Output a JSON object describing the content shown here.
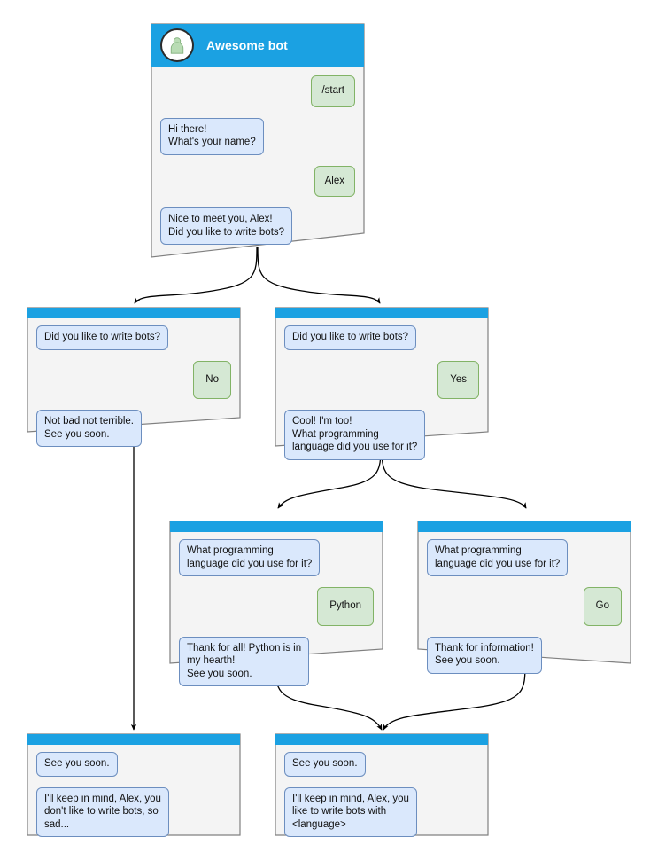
{
  "diagram": {
    "title": "Awesome bot conversation flow",
    "colors": {
      "header_blue": "#1ba1e2",
      "bot_bubble_fill": "#dae8fc",
      "bot_bubble_stroke": "#6c8ebf",
      "user_bubble_fill": "#d5e8d4",
      "user_bubble_stroke": "#82b366",
      "node_fill": "#f4f4f4",
      "node_stroke": "#808080",
      "edge_stroke": "#000000",
      "avatar_glyph": "#b9dcb4",
      "title_text": "#ffffff"
    },
    "bot_name": "Awesome bot",
    "avatar_icon": "user-avatar-icon"
  },
  "nodes": {
    "root": {
      "id": "root",
      "name": "start-screen",
      "title": "Awesome bot",
      "messages": [
        {
          "side": "user",
          "text": "/start"
        },
        {
          "side": "bot",
          "text": "Hi there!\nWhat's your name?"
        },
        {
          "side": "user",
          "text": "Alex"
        },
        {
          "side": "bot",
          "text": "Nice to meet you, Alex!\nDid you like to write bots?"
        }
      ]
    },
    "no_branch": {
      "id": "no_branch",
      "name": "answer-no-screen",
      "messages": [
        {
          "side": "bot",
          "text": "Did you like to write bots?"
        },
        {
          "side": "user",
          "text": "No"
        },
        {
          "side": "bot",
          "text": "Not bad not terrible.\nSee you soon."
        }
      ]
    },
    "yes_branch": {
      "id": "yes_branch",
      "name": "answer-yes-screen",
      "messages": [
        {
          "side": "bot",
          "text": "Did you like to write bots?"
        },
        {
          "side": "user",
          "text": "Yes"
        },
        {
          "side": "bot",
          "text": "Cool! I'm too!\nWhat programming\nlanguage did you use for it?"
        }
      ]
    },
    "python_branch": {
      "id": "python_branch",
      "name": "answer-python-screen",
      "messages": [
        {
          "side": "bot",
          "text": "What programming\nlanguage did you use for it?"
        },
        {
          "side": "user",
          "text": "Python"
        },
        {
          "side": "bot",
          "text": "Thank for all! Python is in\nmy hearth!\nSee you soon."
        }
      ]
    },
    "go_branch": {
      "id": "go_branch",
      "name": "answer-go-screen",
      "messages": [
        {
          "side": "bot",
          "text": "What programming\nlanguage did you use for it?"
        },
        {
          "side": "user",
          "text": "Go"
        },
        {
          "side": "bot",
          "text": "Thank for information!\nSee you soon."
        }
      ]
    },
    "end_no": {
      "id": "end_no",
      "name": "end-screen-no",
      "messages": [
        {
          "side": "bot",
          "text": "See you soon."
        },
        {
          "side": "bot",
          "text": "I'll keep in mind, Alex, you\ndon't like to write bots, so\nsad..."
        }
      ]
    },
    "end_yes": {
      "id": "end_yes",
      "name": "end-screen-yes",
      "messages": [
        {
          "side": "bot",
          "text": "See you soon."
        },
        {
          "side": "bot",
          "text": "I'll keep in mind, Alex, you\nlike to write bots with\n<language>"
        }
      ]
    }
  },
  "edges": [
    {
      "from": "root",
      "to": "no_branch"
    },
    {
      "from": "root",
      "to": "yes_branch"
    },
    {
      "from": "no_branch",
      "to": "end_no"
    },
    {
      "from": "yes_branch",
      "to": "python_branch"
    },
    {
      "from": "yes_branch",
      "to": "go_branch"
    },
    {
      "from": "python_branch",
      "to": "end_yes"
    },
    {
      "from": "go_branch",
      "to": "end_yes"
    }
  ]
}
